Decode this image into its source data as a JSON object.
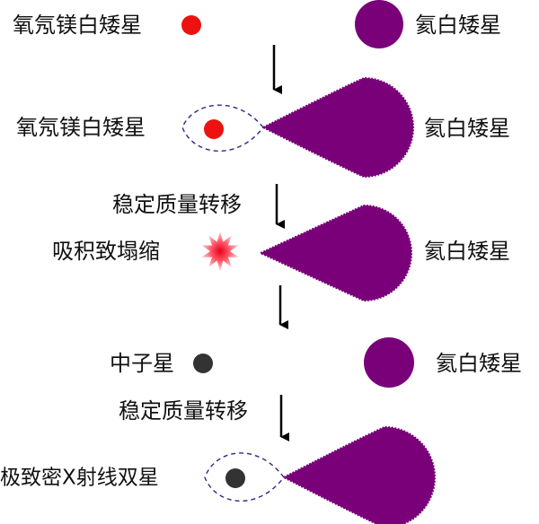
{
  "labels": {
    "onemg_wd": "氧氖镁白矮星",
    "he_wd": "氦白矮星",
    "stable_mass_transfer": "稳定质量转移",
    "aic": "吸积致塌缩",
    "neutron_star": "中子星",
    "ucxb": "极致密X射线双星"
  },
  "colors": {
    "onemg_wd": "#ee1111",
    "he_wd": "#7a007a",
    "neutron_star": "#333333",
    "roche_lobe": "#2a2a8a",
    "arrow": "#000000"
  }
}
